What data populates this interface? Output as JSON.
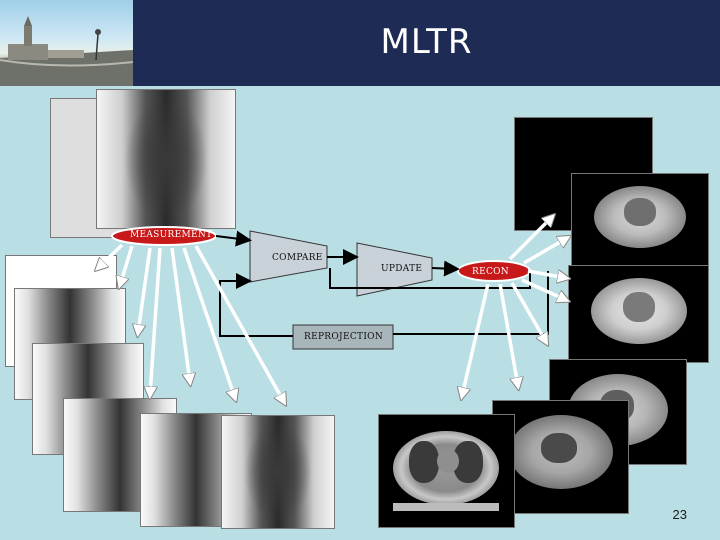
{
  "header": {
    "title": "MLTR"
  },
  "diagram": {
    "measurement_label": "MEASUREMENT",
    "compare_label": "COMPARE",
    "update_label": "UPDATE",
    "recon_label": "RECON",
    "reprojection_label": "REPROJECTION"
  },
  "footer": {
    "page_number": "23"
  },
  "colors": {
    "header_bg": "#1d2b55",
    "slide_bg": "#b9dfe4",
    "node_red": "#c8191a",
    "node_gray": "#9aa0a6"
  }
}
